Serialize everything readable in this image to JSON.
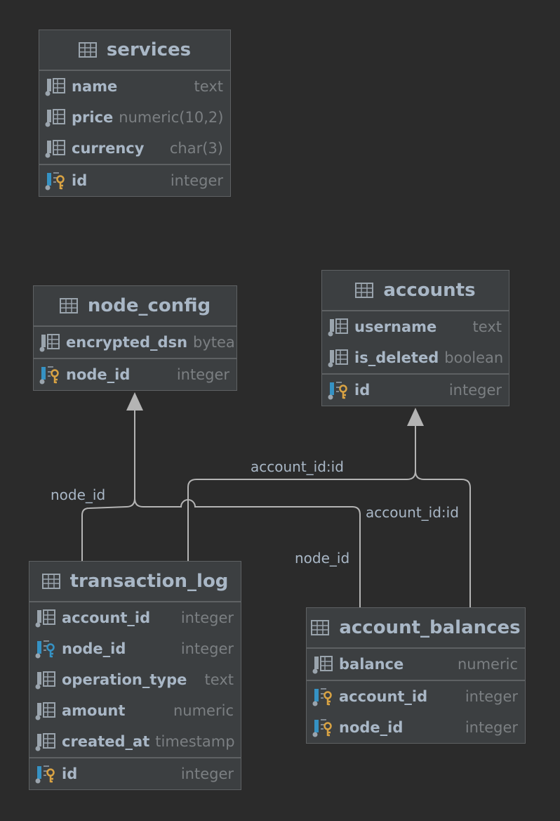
{
  "tables": {
    "services": {
      "title": "services",
      "columns": [
        {
          "name": "name",
          "type": "text",
          "kind": "column"
        },
        {
          "name": "price",
          "type": "numeric(10,2)",
          "kind": "column"
        },
        {
          "name": "currency",
          "type": "char(3)",
          "kind": "column"
        }
      ],
      "keys": [
        {
          "name": "id",
          "type": "integer",
          "kind": "primary-key"
        }
      ]
    },
    "node_config": {
      "title": "node_config",
      "columns": [
        {
          "name": "encrypted_dsn",
          "type": "bytea",
          "kind": "column"
        }
      ],
      "keys": [
        {
          "name": "node_id",
          "type": "integer",
          "kind": "primary-key"
        }
      ]
    },
    "accounts": {
      "title": "accounts",
      "columns": [
        {
          "name": "username",
          "type": "text",
          "kind": "column"
        },
        {
          "name": "is_deleted",
          "type": "boolean",
          "kind": "column"
        }
      ],
      "keys": [
        {
          "name": "id",
          "type": "integer",
          "kind": "primary-key"
        }
      ]
    },
    "transaction_log": {
      "title": "transaction_log",
      "columns": [
        {
          "name": "account_id",
          "type": "integer",
          "kind": "column"
        },
        {
          "name": "node_id",
          "type": "integer",
          "kind": "foreign-key"
        },
        {
          "name": "operation_type",
          "type": "text",
          "kind": "column"
        },
        {
          "name": "amount",
          "type": "numeric",
          "kind": "column"
        },
        {
          "name": "created_at",
          "type": "timestamp",
          "kind": "column"
        }
      ],
      "keys": [
        {
          "name": "id",
          "type": "integer",
          "kind": "primary-key"
        }
      ]
    },
    "account_balances": {
      "title": "account_balances",
      "columns": [
        {
          "name": "balance",
          "type": "numeric",
          "kind": "column"
        }
      ],
      "keys": [
        {
          "name": "account_id",
          "type": "integer",
          "kind": "primary-key"
        },
        {
          "name": "node_id",
          "type": "integer",
          "kind": "primary-key"
        }
      ]
    }
  },
  "relations": [
    {
      "from": "transaction_log",
      "to": "node_config",
      "label": "node_id"
    },
    {
      "from": "transaction_log",
      "to": "accounts",
      "label": "account_id:id"
    },
    {
      "from": "account_balances",
      "to": "node_config",
      "label": "node_id"
    },
    {
      "from": "account_balances",
      "to": "accounts",
      "label": "account_id:id"
    }
  ],
  "colors": {
    "background": "#2b2b2b",
    "table_bg": "#3c3f41",
    "border": "#5e6163",
    "text": "#a9b7c6",
    "type_text": "#7b7f82",
    "connector": "#b4b4b4",
    "icon_blue": "#3592c4",
    "key_gold": "#d9a343"
  }
}
